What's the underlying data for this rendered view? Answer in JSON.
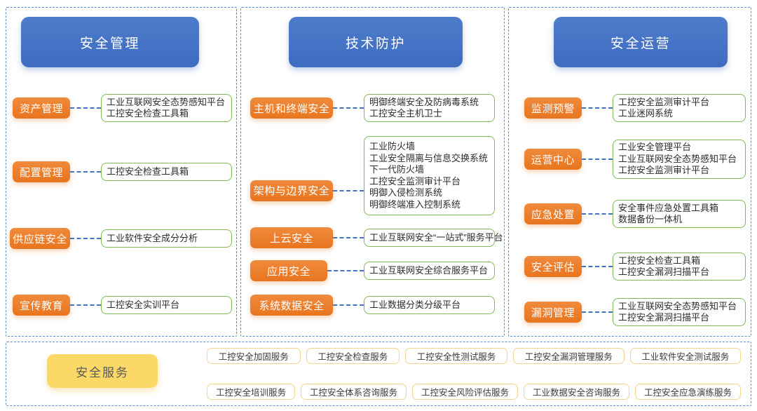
{
  "columns": [
    {
      "id": "security-management",
      "title": "安全管理",
      "rows": [
        {
          "tag": "资产管理",
          "items": [
            "工业互联网安全态势感知平台",
            "工控安全检查工具箱"
          ]
        },
        {
          "tag": "配置管理",
          "items": [
            "工控安全检查工具箱"
          ]
        },
        {
          "tag": "供应链安全",
          "items": [
            "工业软件安全成分分析"
          ]
        },
        {
          "tag": "宣传教育",
          "items": [
            "工控安全实训平台"
          ]
        }
      ]
    },
    {
      "id": "technical-protection",
      "title": "技术防护",
      "rows": [
        {
          "tag": "主机和终端安全",
          "items": [
            "明御终端安全及防病毒系统",
            "工控安全主机卫士"
          ]
        },
        {
          "tag": "架构与边界安全",
          "items": [
            "工业防火墙",
            "工业安全隔离与信息交换系统",
            "下一代防火墙",
            "工控安全监测审计平台",
            "明御入侵检测系统",
            "明御终端准入控制系统"
          ]
        },
        {
          "tag": "上云安全",
          "items": [
            "工业互联网安全“一站式”服务平台"
          ]
        },
        {
          "tag": "应用安全",
          "items": [
            "工业互联网安全综合服务平台"
          ]
        },
        {
          "tag": "系统数据安全",
          "items": [
            "工业数据分类分级平台"
          ]
        }
      ]
    },
    {
      "id": "security-operations",
      "title": "安全运营",
      "rows": [
        {
          "tag": "监测预警",
          "items": [
            "工控安全监测审计平台",
            "工业迷网系统"
          ]
        },
        {
          "tag": "运营中心",
          "items": [
            "工业安全管理平台",
            "工业互联网安全态势感知平台",
            "工控安全监测审计平台"
          ]
        },
        {
          "tag": "应急处置",
          "items": [
            "安全事件应急处置工具箱",
            "数据备份一体机"
          ]
        },
        {
          "tag": "安全评估",
          "items": [
            "工控安全检查工具箱",
            "工控安全漏洞扫描平台"
          ]
        },
        {
          "tag": "漏洞管理",
          "items": [
            "工业互联网安全态势感知平台",
            "工控安全漏洞扫描平台"
          ]
        }
      ]
    }
  ],
  "services": {
    "badge_label": "安全服务",
    "row1": [
      "工控安全加固服务",
      "工控安全检查服务",
      "工控安全性测试服务",
      "工控安全漏洞管理服务",
      "工业软件安全测试服务"
    ],
    "row2": [
      "工控安全培训服务",
      "工控安全体系咨询服务",
      "工控安全风险评估服务",
      "工业数据安全咨询服务",
      "工控安全应急演练服务"
    ]
  },
  "colors": {
    "pillar_blue": "#4472C4",
    "tag_orange": "#ED7D31",
    "box_green_border": "#70AD47",
    "service_yellow": "#FCD966",
    "divider_blue": "#5B8FD4"
  }
}
